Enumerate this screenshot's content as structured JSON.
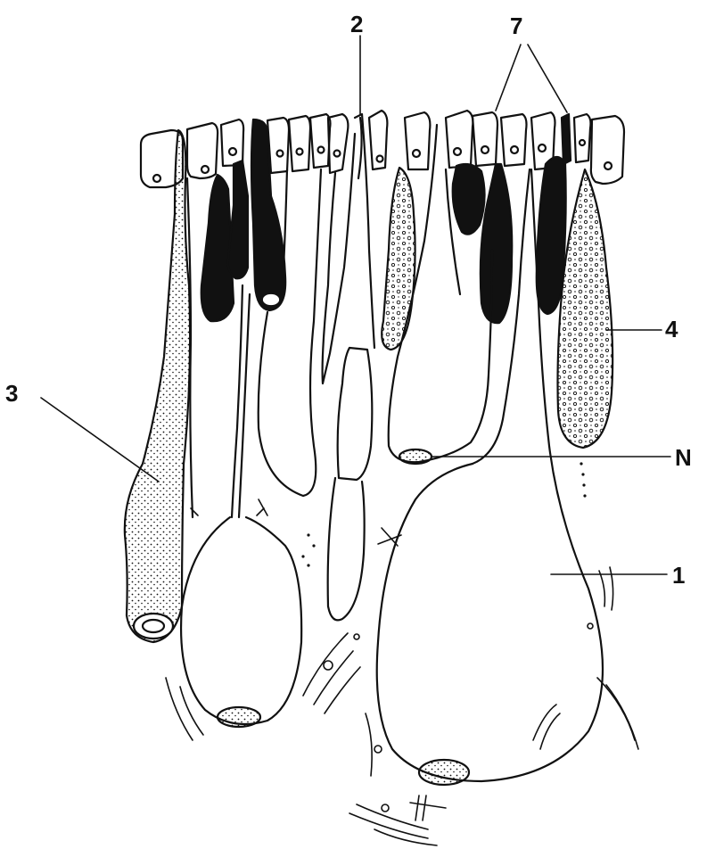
{
  "labels": {
    "label_2": "2",
    "label_7": "7",
    "label_3": "3",
    "label_4": "4",
    "label_N": "N",
    "label_1": "1"
  },
  "colors": {
    "ink": "#111111",
    "background": "#ffffff"
  }
}
